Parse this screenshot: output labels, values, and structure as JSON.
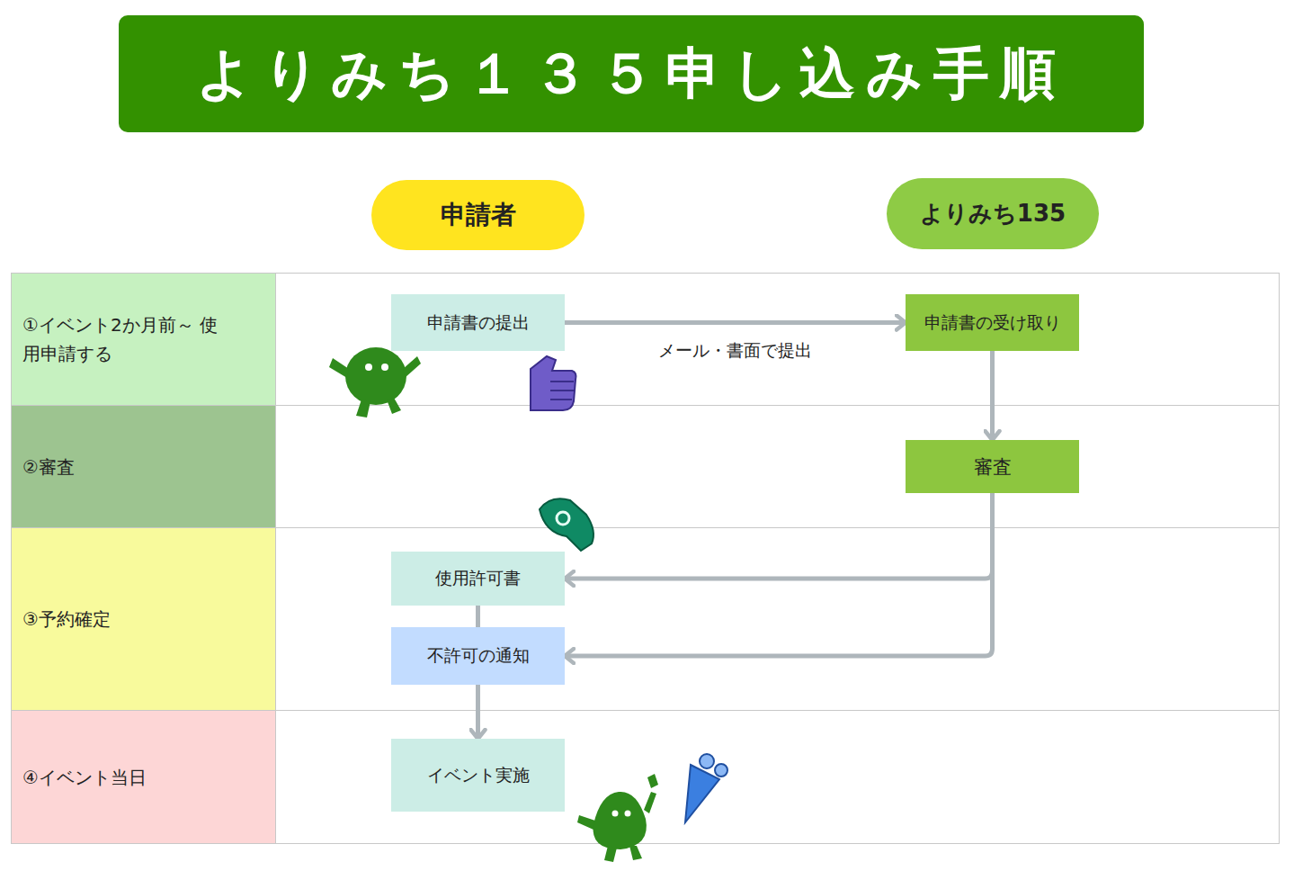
{
  "diagram": {
    "title": "よりみち１３５申し込み手順",
    "nodes": [
      {
        "text": [
          "申請者"
        ]
      },
      {
        "text": [
          "よりみち135"
        ]
      },
      {
        "text": [
          "①イベント2か月前～ 使用申請する"
        ]
      },
      {
        "text": [
          "申請書の提出"
        ]
      },
      {
        "text": [
          "申請書の受け取り"
        ]
      },
      {
        "text": [
          "②審査"
        ]
      },
      {
        "text": [
          "審査"
        ]
      },
      {
        "text": [
          "③予約確定"
        ]
      },
      {
        "text": [
          "使用許可書"
        ]
      },
      {
        "text": [
          "不許可の通知"
        ]
      },
      {
        "text": [
          "④イベント当日"
        ]
      },
      {
        "text": [
          "イベント実施"
        ]
      }
    ],
    "edges": [
      {
        "from": 3,
        "to": 4,
        "label": "メール・書面で提出",
        "arrow": "to"
      },
      {
        "from": 4,
        "to": 6,
        "arrow": "to"
      },
      {
        "from": 6,
        "to": 8,
        "arrow": "to"
      },
      {
        "from": 6,
        "to": 9,
        "arrow": "to"
      },
      {
        "from": 8,
        "to": 11,
        "arrow": "to"
      }
    ]
  }
}
